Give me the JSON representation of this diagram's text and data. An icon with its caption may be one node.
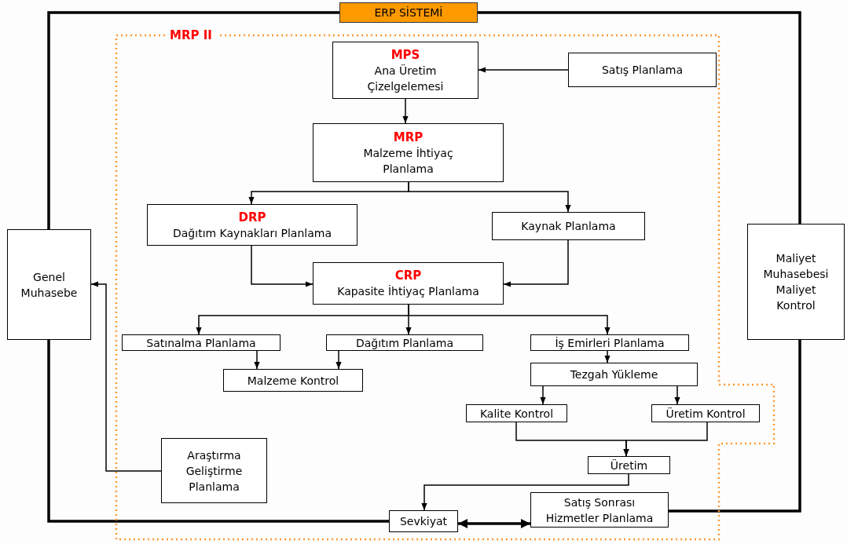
{
  "diagram": {
    "nodes": [
      {
        "text": [
          "ERP SİSTEMİ"
        ]
      },
      {
        "text": [
          "MRP II"
        ]
      },
      {
        "text": [
          "MPS",
          "Ana Üretim Çizelgelemesi"
        ],
        "in": 1
      },
      {
        "text": [
          "Satış Planlama"
        ],
        "in": 1
      },
      {
        "text": [
          "MRP",
          "Malzeme İhtiyaç Planlama"
        ],
        "in": 1
      },
      {
        "text": [
          "DRP",
          "Dağıtım Kaynakları Planlama"
        ],
        "in": 1
      },
      {
        "text": [
          "Kaynak Planlama"
        ],
        "in": 1
      },
      {
        "text": [
          "Genel Muhasebe"
        ]
      },
      {
        "text": [
          "CRP",
          "Kapasite İhtiyaç Planlama"
        ],
        "in": 1
      },
      {
        "text": [
          "Maliyet Muhasebesi Maliyet Kontrol"
        ]
      },
      {
        "text": [
          "Satınalma Planlama"
        ],
        "in": 1
      },
      {
        "text": [
          "Dağıtım Planlama"
        ],
        "in": 1
      },
      {
        "text": [
          "İş Emirleri Planlama"
        ],
        "in": 1
      },
      {
        "text": [
          "Malzeme Kontrol"
        ],
        "in": 1
      },
      {
        "text": [
          "Tezgah Yükleme"
        ],
        "in": 1
      },
      {
        "text": [
          "Kalite Kontrol"
        ],
        "in": 1
      },
      {
        "text": [
          "Üretim Kontrol"
        ],
        "in": 1
      },
      {
        "text": [
          "Üretim"
        ],
        "in": 1
      },
      {
        "text": [
          "Araştırma Geliştirme Planlama"
        ],
        "in": 1
      },
      {
        "text": [
          "Satış Sonrası Hizmetler Planlama"
        ],
        "in": 1
      },
      {
        "text": [
          "Sevkiyat"
        ],
        "in": 1
      }
    ],
    "edges": [
      {
        "from": 3,
        "to": 2,
        "arrow": "to"
      },
      {
        "from": 2,
        "to": 4,
        "arrow": "to"
      },
      {
        "from": 4,
        "to": 5,
        "arrow": "to"
      },
      {
        "from": 4,
        "to": 6,
        "arrow": "to"
      },
      {
        "from": 5,
        "to": 8,
        "arrow": "to"
      },
      {
        "from": 6,
        "to": 8,
        "arrow": "to"
      },
      {
        "from": 8,
        "to": 10,
        "arrow": "to"
      },
      {
        "from": 8,
        "to": 11,
        "arrow": "to"
      },
      {
        "from": 8,
        "to": 12,
        "arrow": "to"
      },
      {
        "from": 10,
        "to": 13,
        "arrow": "to"
      },
      {
        "from": 11,
        "to": 13,
        "arrow": "to"
      },
      {
        "from": 12,
        "to": 14,
        "arrow": "to"
      },
      {
        "from": 14,
        "to": 15,
        "arrow": "to"
      },
      {
        "from": 14,
        "to": 16,
        "arrow": "to"
      },
      {
        "from": 15,
        "to": 17,
        "arrow": "to"
      },
      {
        "from": 16,
        "to": 17,
        "arrow": "to"
      },
      {
        "from": 17,
        "to": 20,
        "arrow": "to"
      },
      {
        "from": 18,
        "to": 7,
        "arrow": "to"
      },
      {
        "from": 20,
        "to": 19,
        "arrow": "both",
        "style": "thick"
      },
      {
        "from": 7,
        "to": 0,
        "arrow": "none",
        "style": "thick"
      },
      {
        "from": 0,
        "to": 9,
        "arrow": "none",
        "style": "thick"
      },
      {
        "from": 7,
        "to": 20,
        "arrow": "none",
        "style": "thick"
      },
      {
        "from": 19,
        "to": 9,
        "arrow": "none",
        "style": "thick"
      }
    ]
  }
}
